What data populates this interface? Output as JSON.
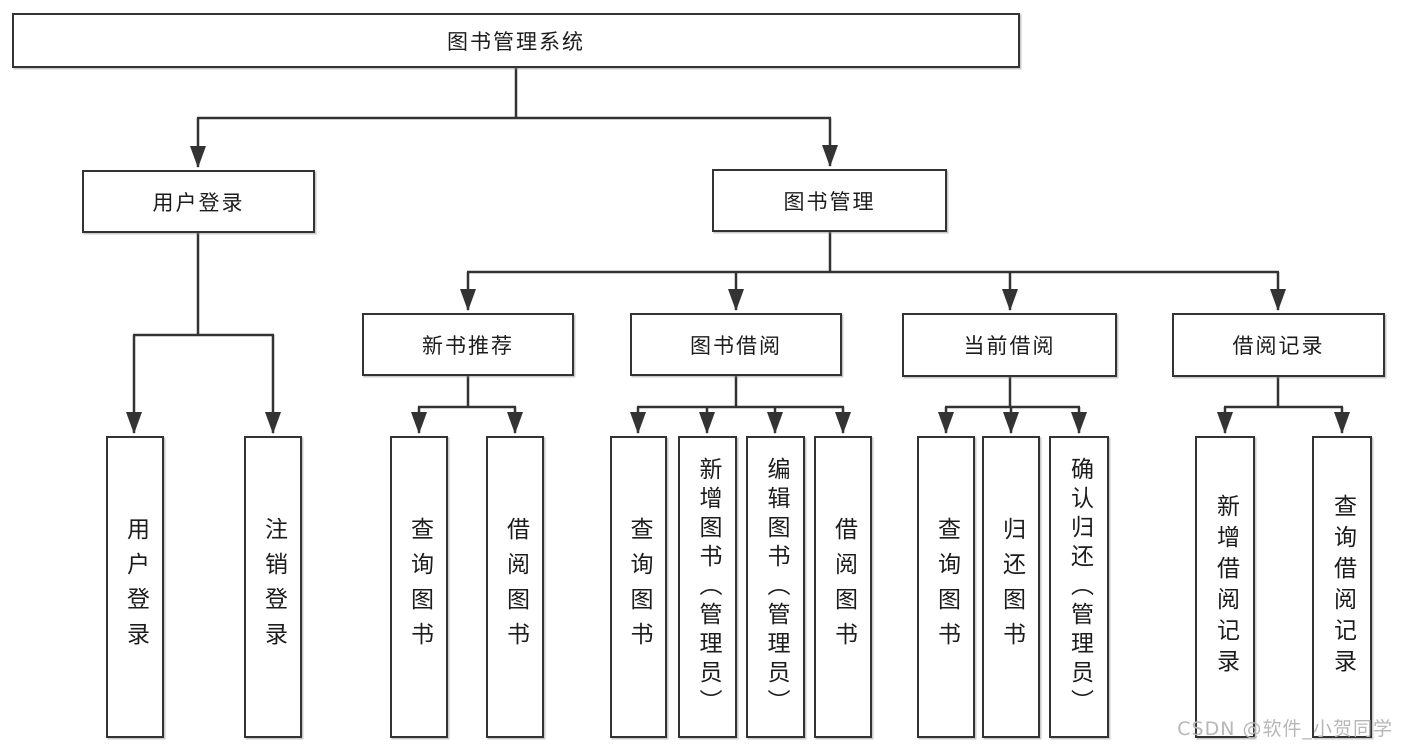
{
  "diagram": {
    "root": "图书管理系统",
    "level2": {
      "user_login": "用户登录",
      "book_management": "图书管理"
    },
    "level3": {
      "new_book_recommend": "新书推荐",
      "book_borrow": "图书借阅",
      "current_borrow": "当前借阅",
      "borrow_record": "借阅记录"
    },
    "leaves": {
      "user_login": "用户登录",
      "logout": "注销登录",
      "recommend_query_book": "查询图书",
      "recommend_borrow_book": "借阅图书",
      "borrow_query_book": "查询图书",
      "borrow_add_book": "新增图书（管理员）",
      "borrow_edit_book": "编辑图书（管理员）",
      "borrow_borrow_book": "借阅图书",
      "current_query_book": "查询图书",
      "current_return_book": "归还图书",
      "current_confirm_return": "确认归还（管理员）",
      "record_add": "新增借阅记录",
      "record_query": "查询借阅记录"
    }
  },
  "watermark": "CSDN @软件_小贺同学",
  "colors": {
    "line": "#333333",
    "box_border": "#333333",
    "text": "#1c1c1c",
    "watermark": "#b7b7b7",
    "background": "#ffffff"
  }
}
